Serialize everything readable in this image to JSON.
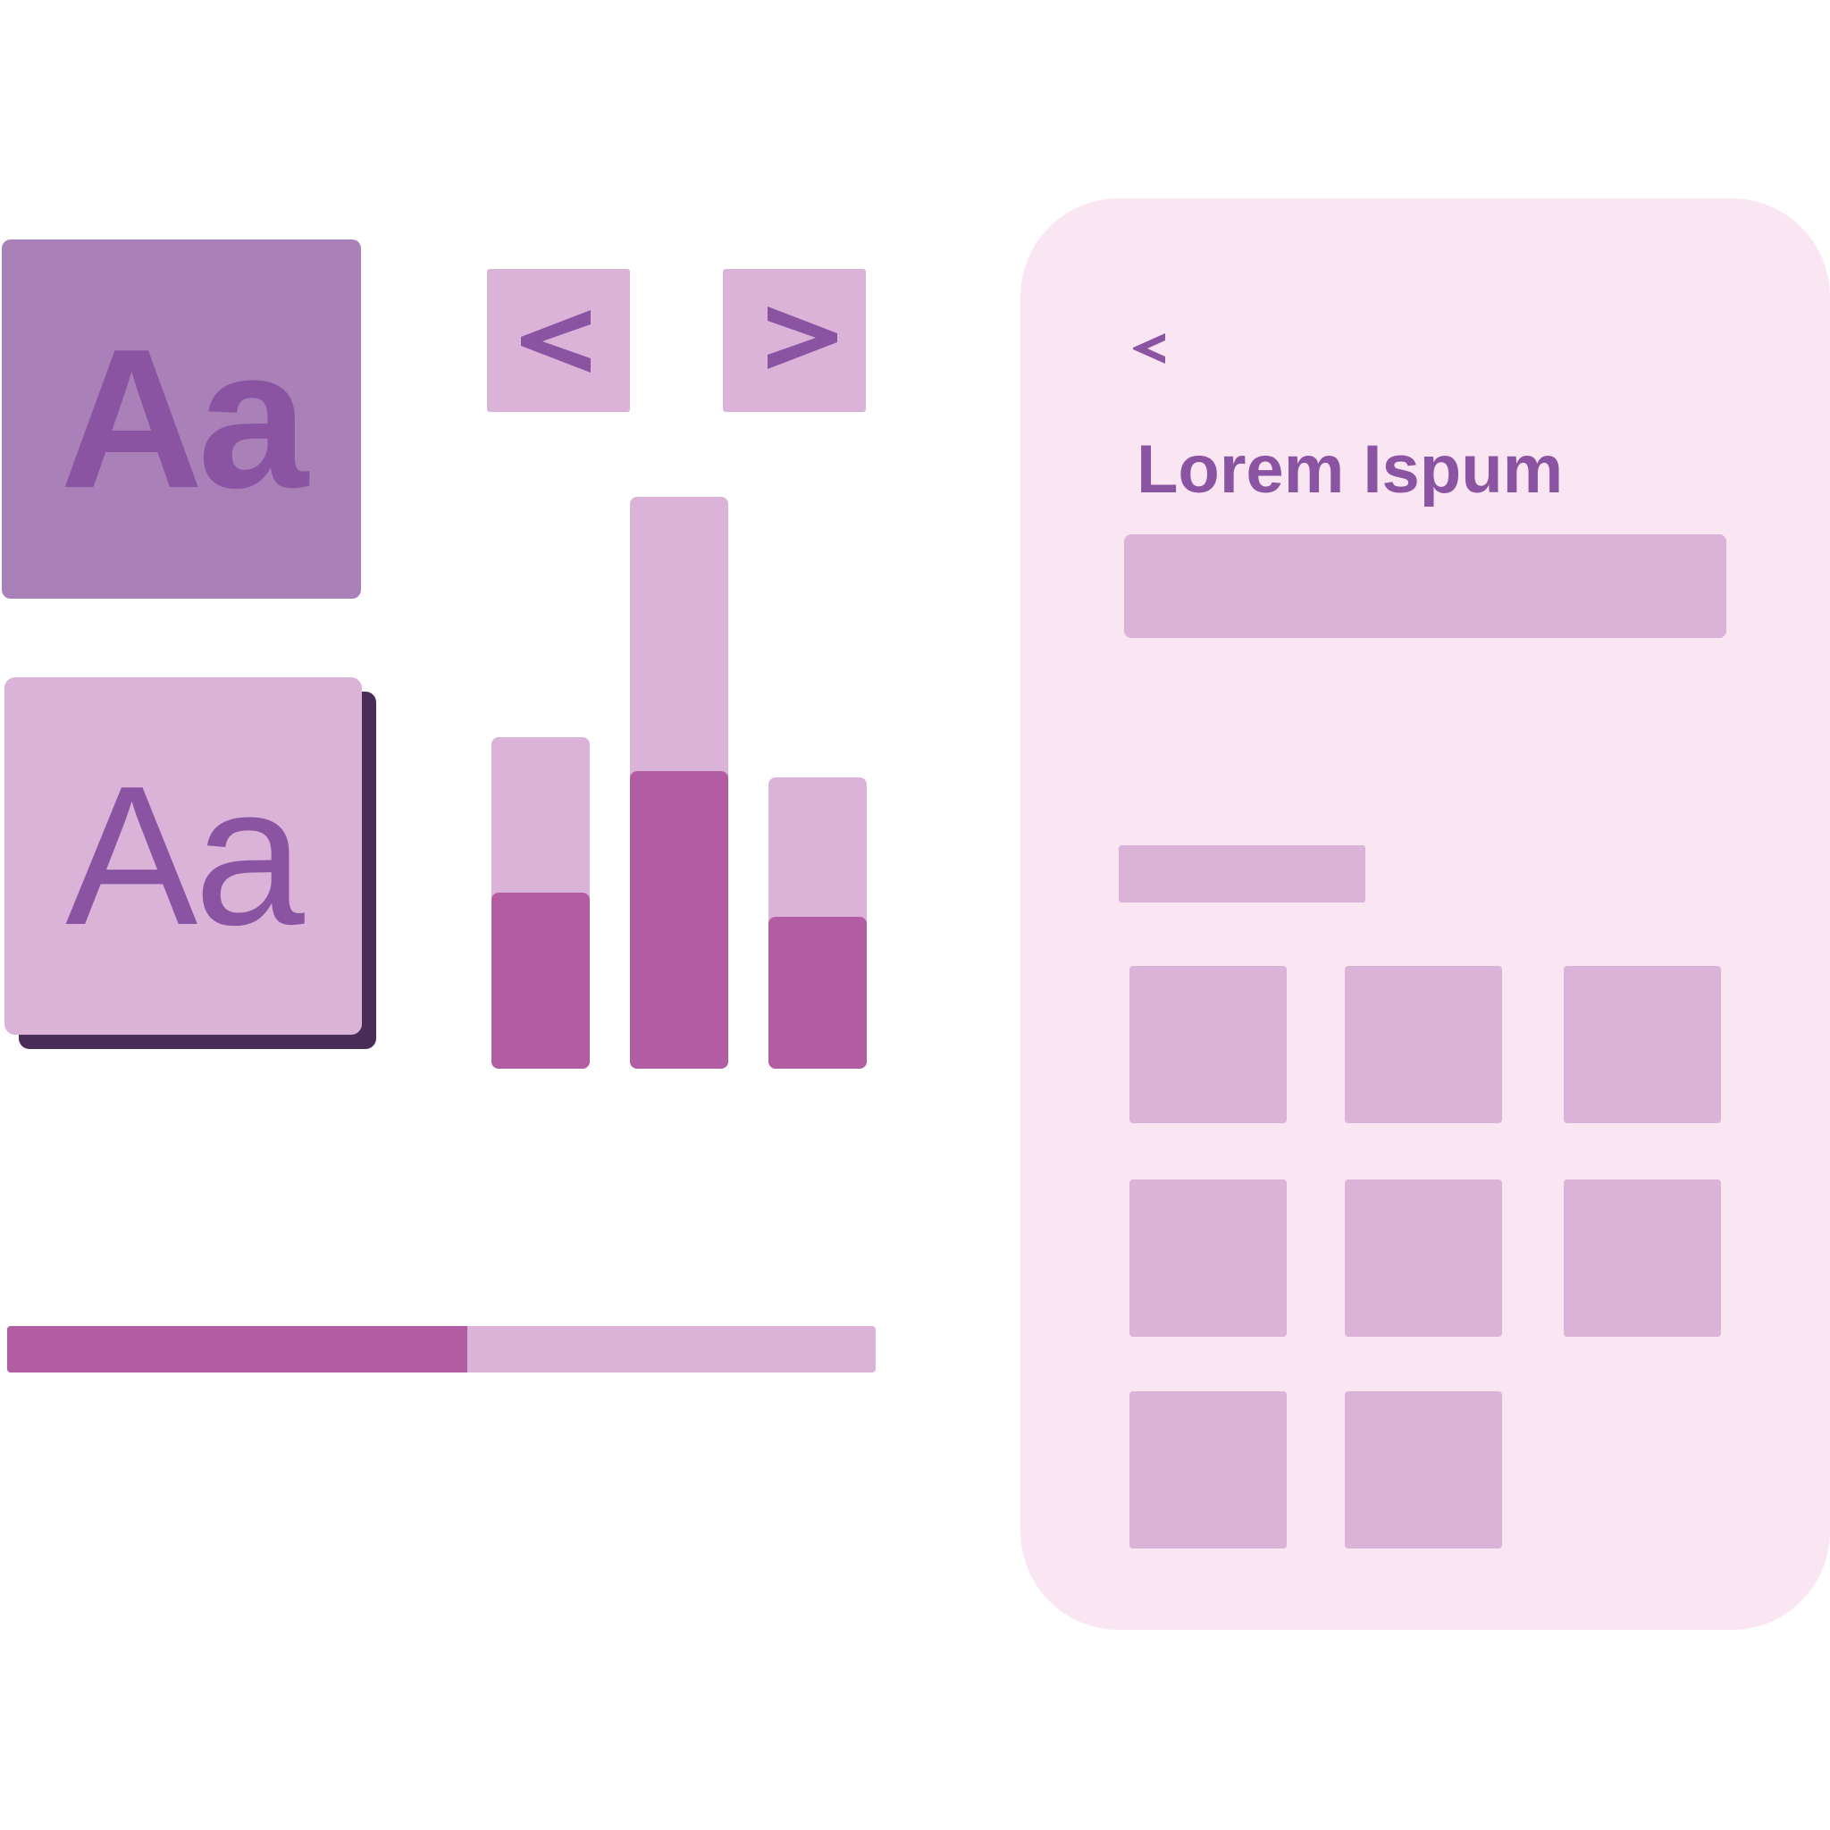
{
  "typography": {
    "bold_sample": "Aa",
    "regular_sample": "Aa"
  },
  "navigation": {
    "prev_icon": "chevron-left-icon",
    "next_icon": "chevron-right-icon"
  },
  "chart_data": {
    "type": "bar",
    "stacked": true,
    "series": [
      {
        "fill_fraction": [
          0.53,
          0.52,
          0.52
        ]
      },
      {
        "fill_fraction": [
          0.47,
          0.48,
          0.48
        ]
      }
    ],
    "totals_relative": [
      0.58,
      1.0,
      0.51
    ]
  },
  "progress": {
    "fraction": 0.53
  },
  "phone": {
    "back_icon": "chevron-left-icon",
    "title": "Lorem Ispum",
    "tile_count": 8
  },
  "colors": {
    "light": "#dbb3d8",
    "medium": "#aa80b8",
    "accent": "#b25da1",
    "text": "#8a54a2",
    "shadow": "#4a2c58",
    "phone_bg": "#fae6f2"
  }
}
